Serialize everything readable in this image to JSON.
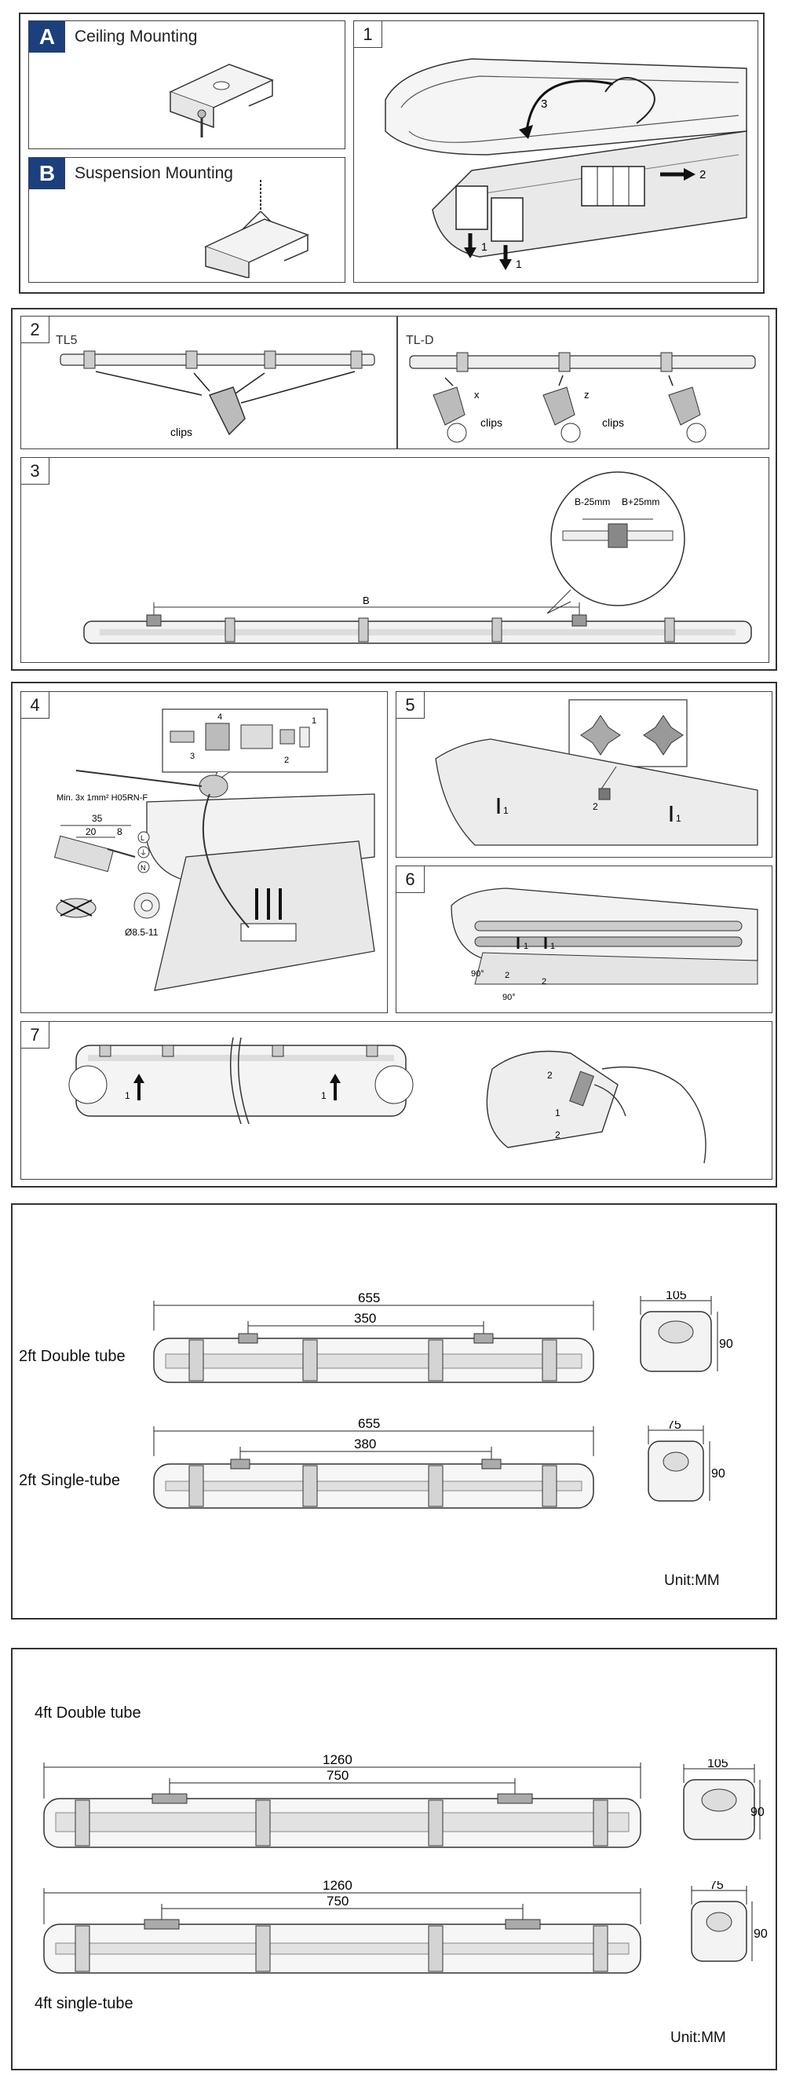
{
  "top_section": {
    "panel_a": {
      "badge": "A",
      "title": "Ceiling Mounting"
    },
    "panel_b": {
      "badge": "B",
      "title": "Suspension Mounting"
    },
    "step1": {
      "num": "1",
      "arrow_labels": [
        "3",
        "2",
        "1",
        "1"
      ]
    }
  },
  "section2": {
    "step2": {
      "num": "2",
      "tl5": {
        "label": "TL5",
        "clips": "clips"
      },
      "tld": {
        "label": "TL-D",
        "clips_left": "clips",
        "clips_right": "clips",
        "axis_x": "x",
        "axis_z": "z"
      }
    },
    "step3": {
      "num": "3",
      "dim_b": "B",
      "b_minus": "B-25mm",
      "b_plus": "B+25mm"
    }
  },
  "section3": {
    "step4": {
      "num": "4",
      "cable": "Min. 3x 1mm² H05RN-F",
      "dim35": "35",
      "dim20": "20",
      "dim8": "8",
      "diameter": "Ø8.5-11",
      "seq": [
        "1",
        "2",
        "3",
        "4"
      ],
      "terminals": [
        "L",
        "⏚",
        "N"
      ]
    },
    "step5": {
      "num": "5",
      "arrows": [
        "1",
        "2",
        "1"
      ]
    },
    "step6": {
      "num": "6",
      "angle1": "90°",
      "angle2": "90°",
      "steps": [
        "1",
        "2",
        "1",
        "2"
      ]
    },
    "step7": {
      "num": "7",
      "steps": [
        "1",
        "1",
        "1",
        "2",
        "2"
      ]
    }
  },
  "dims_2ft": {
    "double": {
      "label": "2ft Double tube",
      "length": "655",
      "mount": "350",
      "width": "105",
      "height": "90"
    },
    "single": {
      "label": "2ft Single-tube",
      "length": "655",
      "mount": "380",
      "width": "75",
      "height": "90"
    },
    "unit": "Unit:MM"
  },
  "dims_4ft": {
    "double": {
      "label": "4ft  Double tube",
      "length": "1260",
      "mount": "750",
      "width": "105",
      "height": "90"
    },
    "single": {
      "label": "4ft single-tube",
      "length": "1260",
      "mount": "750",
      "width": "75",
      "height": "90"
    },
    "unit": "Unit:MM"
  }
}
